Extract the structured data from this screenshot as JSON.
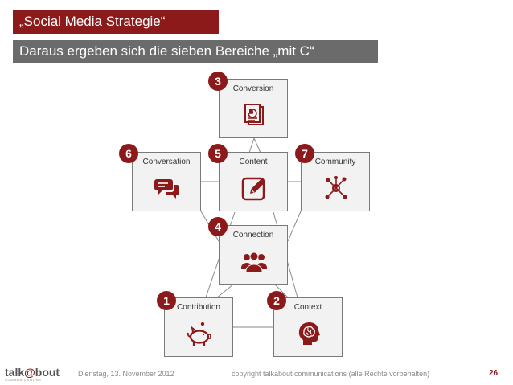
{
  "slide": {
    "title": "„Social Media Strategie“",
    "subtitle": "Daraus ergeben sich die sieben Bereiche „mit C“"
  },
  "diagram": {
    "nodes": [
      {
        "id": "conversion",
        "label": "Conversion",
        "badge": "3",
        "icon": "presentation-icon"
      },
      {
        "id": "conversation",
        "label": "Conversation",
        "badge": "6",
        "icon": "speech-bubbles-icon"
      },
      {
        "id": "content",
        "label": "Content",
        "badge": "5",
        "icon": "pencil-edit-icon"
      },
      {
        "id": "community",
        "label": "Community",
        "badge": "7",
        "icon": "network-nodes-icon"
      },
      {
        "id": "connection",
        "label": "Connection",
        "badge": "4",
        "icon": "people-group-icon"
      },
      {
        "id": "contribution",
        "label": "Contribution",
        "badge": "1",
        "icon": "piggy-bank-icon"
      },
      {
        "id": "context",
        "label": "Context",
        "badge": "2",
        "icon": "brain-head-icon"
      }
    ],
    "accent_color": "#8c1a1a"
  },
  "footer": {
    "logo_main": "talk",
    "logo_at": "@",
    "logo_end": "bout",
    "logo_sub": "COMMUNICATIONS",
    "date": "Dienstag, 13. November 2012",
    "copyright": "copyright talkabout communications (alle Rechte vorbehalten)",
    "page": "26"
  }
}
